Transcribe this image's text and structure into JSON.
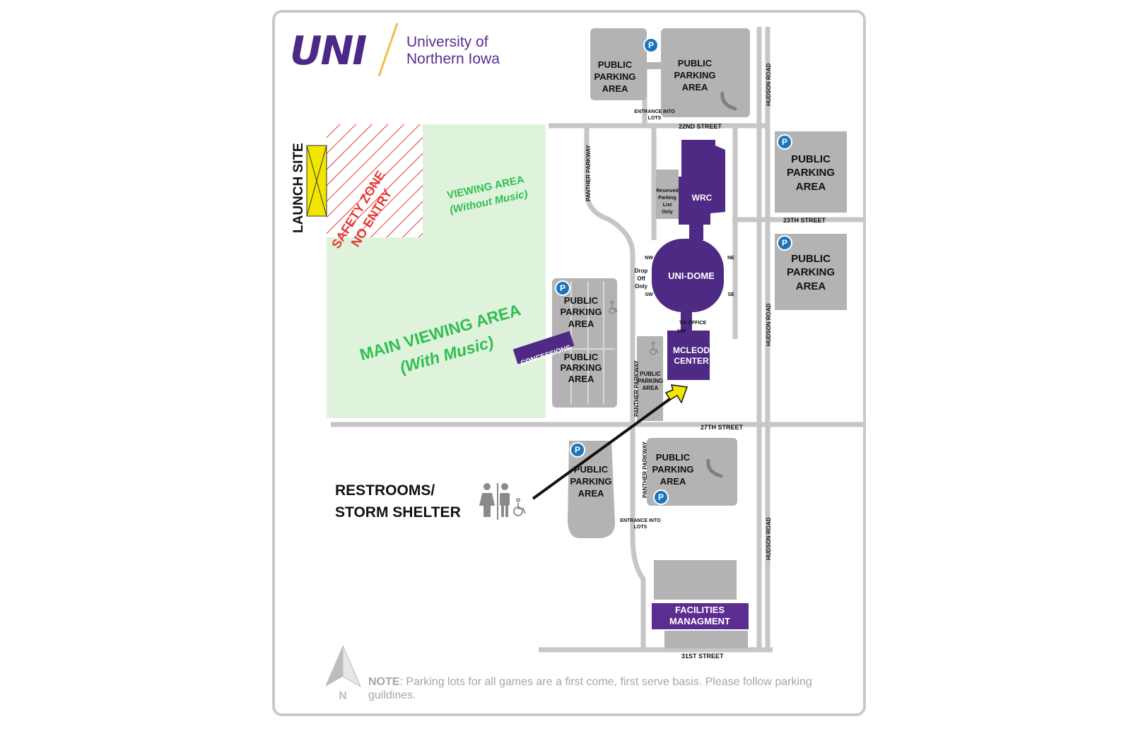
{
  "logo": {
    "mark": "UNI",
    "line1": "University of",
    "line2": "Northern Iowa"
  },
  "zones": {
    "launch_site": "LAUNCH SITE",
    "safety_line1": "SAFETY ZONE",
    "safety_line2": "NO ENTRY",
    "viewing_line1": "VIEWING AREA",
    "viewing_line2": "(Without Music)",
    "main_line1": "MAIN VIEWING AREA",
    "main_line2": "(With Music)"
  },
  "streets": {
    "s22": "22ND  STREET",
    "s23": "23TH  STREET",
    "s27": "27TH  STREET",
    "s31": "31ST STREET",
    "panther": "PANTHER PARKWAY",
    "hudson": "HUDSON ROAD"
  },
  "buildings": {
    "wrc": "WRC",
    "dome": "UNI-DOME",
    "mcleod1": "MCLEOD",
    "mcleod2": "CENTER",
    "concessions": "CONCESSIONS",
    "facilities1": "FACILITIES",
    "facilities2": "MANAGMENT"
  },
  "labels": {
    "pp1": "PUBLIC",
    "pp2": "PARKING",
    "pp3": "AREA",
    "entrance1": "ENTRANCE INTO",
    "entrance2": "LOTS",
    "reserved1": "Reserved",
    "reserved2": "Parking",
    "reserved3": "List",
    "reserved4": "Only",
    "drop1": "Drop",
    "drop2": "Off",
    "drop3": "Only",
    "nw": "NW",
    "ne": "NE",
    "sw": "SW",
    "se": "SE",
    "tix": "TIX OFFICE",
    "parking_symbol": "P",
    "north": "N"
  },
  "restrooms": {
    "line1": "RESTROOMS/",
    "line2": "STORM SHELTER"
  },
  "note": {
    "label": "NOTE",
    "text": ": Parking lots for all games are a  first come, first serve basis.  Please follow parking guildines."
  },
  "colors": {
    "purple": "#4e2a84",
    "purple_light": "#5c2d91",
    "gray": "#b3b3b3",
    "green_area": "#dff3dc",
    "green_text": "#2fbf4f",
    "safety_red": "#e53935",
    "launch_yellow": "#f2e600",
    "gold": "#f1be48"
  },
  "icons": [
    "parking-icon",
    "phone-icon",
    "accessible-icon",
    "restroom-icon",
    "north-arrow-icon",
    "location-arrow-icon"
  ]
}
